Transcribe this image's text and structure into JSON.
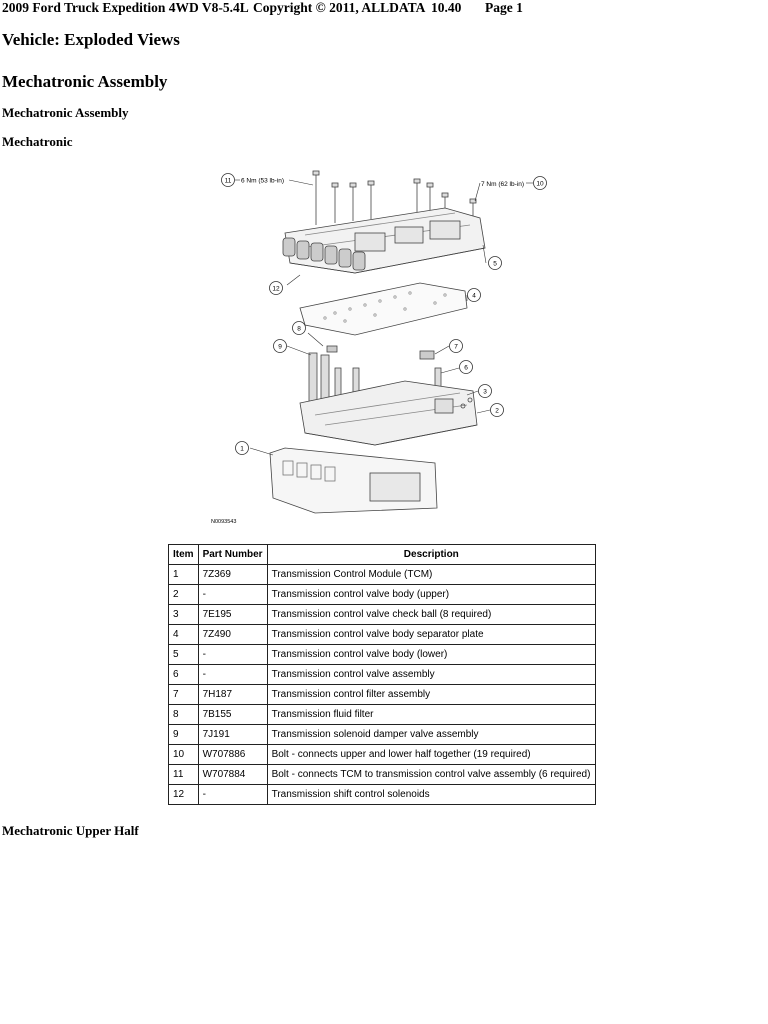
{
  "header": {
    "vehicle": "2009 Ford Truck Expedition 4WD V8-5.4L",
    "copyright": "Copyright © 2011, ALLDATA",
    "version": "10.40",
    "page": "Page 1"
  },
  "title": "Vehicle: Exploded Views",
  "section_title": "Mechatronic Assembly",
  "subsection_title": "Mechatronic Assembly",
  "sub_subsection_title": "Mechatronic",
  "figure": {
    "id": "N0093543",
    "torque_callout_11": "6 Nm (53 lb-in)",
    "torque_callout_10": "7 Nm (62 lb-in)",
    "callout_numbers": [
      "1",
      "2",
      "3",
      "4",
      "5",
      "6",
      "7",
      "8",
      "9",
      "10",
      "11",
      "12"
    ]
  },
  "table": {
    "headers": [
      "Item",
      "Part Number",
      "Description"
    ],
    "rows": [
      [
        "1",
        "7Z369",
        "Transmission Control Module (TCM)"
      ],
      [
        "2",
        "-",
        "Transmission control valve body (upper)"
      ],
      [
        "3",
        "7E195",
        "Transmission control valve check ball (8 required)"
      ],
      [
        "4",
        "7Z490",
        "Transmission control valve body separator plate"
      ],
      [
        "5",
        "-",
        "Transmission control valve body (lower)"
      ],
      [
        "6",
        "-",
        "Transmission control valve assembly"
      ],
      [
        "7",
        "7H187",
        "Transmission control filter assembly"
      ],
      [
        "8",
        "7B155",
        "Transmission fluid filter"
      ],
      [
        "9",
        "7J191",
        "Transmission solenoid damper valve assembly"
      ],
      [
        "10",
        "W707886",
        "Bolt - connects upper and lower half together (19 required)"
      ],
      [
        "11",
        "W707884",
        "Bolt - connects TCM to transmission control valve assembly (6 required)"
      ],
      [
        "12",
        "-",
        "Transmission shift control solenoids"
      ]
    ]
  },
  "next_section_title": "Mechatronic Upper Half"
}
